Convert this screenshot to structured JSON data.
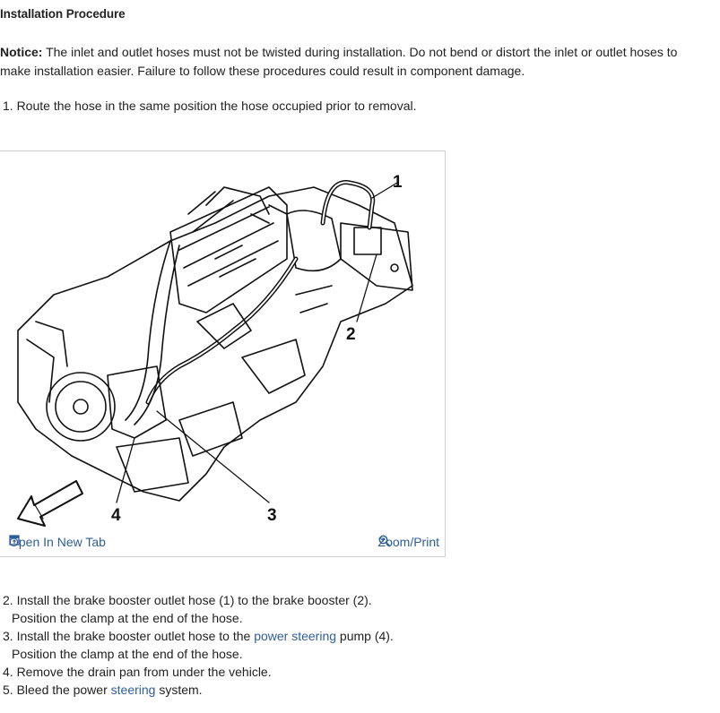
{
  "heading": "Installation Procedure",
  "notice": {
    "label": "Notice:",
    "text": " The inlet and outlet hoses must not be twisted during installation. Do not bend or distort the inlet or outlet hoses to make installation easier. Failure to follow these procedures could result in component damage."
  },
  "step1": "1. Route the hose in the same position the hose occupied prior to removal.",
  "figure": {
    "callouts": [
      "1",
      "2",
      "3",
      "4"
    ],
    "open_tab_label": "Open In New Tab",
    "zoom_label": "Zoom/Print"
  },
  "steps": {
    "s2_a": "2. Install the brake booster outlet hose (1) to the brake booster (2).",
    "s2_b": "Position the clamp at the end of the hose.",
    "s3_a_pre": "3. Install the brake booster outlet hose to the ",
    "s3_a_link": "power steering",
    "s3_a_post": " pump (4).",
    "s3_b": "Position the clamp at the end of the hose.",
    "s4": "4. Remove the drain pan from under the vehicle.",
    "s5_pre": "5. Bleed the power ",
    "s5_link": "steering",
    "s5_post": " system."
  },
  "colors": {
    "link": "#2f5d98",
    "text": "#222222",
    "border": "#cfcfcf"
  }
}
